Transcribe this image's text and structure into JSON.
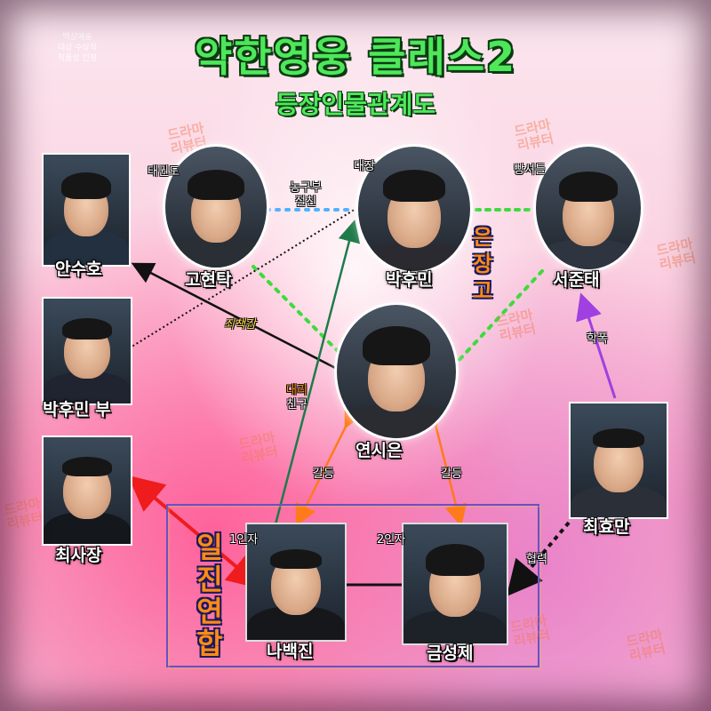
{
  "title": "약한영웅 클래스2",
  "subtitle": "등장인물관계도",
  "award_lines": [
    "백상예술",
    "대상 수상작",
    "작품성 인정"
  ],
  "watermark": "드라마\n리뷰터",
  "characters": {
    "ansuho": {
      "name": "안수호"
    },
    "gohyeontak": {
      "name": "고현탁",
      "tag": "태권도"
    },
    "parkhumin": {
      "name": "박후민",
      "tag": "대장"
    },
    "seojuntae": {
      "name": "서준태",
      "tag": "빵셔틀"
    },
    "parkhumin_father": {
      "name": "박후민 부"
    },
    "yeonsieun": {
      "name": "연시은"
    },
    "choisajang": {
      "name": "최사장"
    },
    "choehyoman": {
      "name": "최효만"
    },
    "nabaekjin": {
      "name": "나백진",
      "tag": "1인자"
    },
    "geumseongje": {
      "name": "금성제",
      "tag": "2인자"
    }
  },
  "relations": {
    "basketball_line1": "농구부",
    "basketball_line2": "절친",
    "guilt": "죄책감",
    "proxy_line1": "대리",
    "proxy_line2": "친구",
    "conflict_left": "갈등",
    "conflict_right": "갈등",
    "bullying": "학폭",
    "cooperation": "협력"
  },
  "group_names": {
    "eunjanggo": "은장고",
    "iljin": "일진연합"
  },
  "colors": {
    "title_green": "#4ee85a",
    "dotted_green": "#3cdc3c",
    "dotted_blue": "#4fb2ff",
    "arrow_black": "#111111",
    "arrow_darkgreen": "#1f7a4a",
    "arrow_orange": "#ff7a1a",
    "arrow_purple": "#a040e0",
    "arrow_red": "#ee1c1c",
    "group_box": "#6a4fc8"
  }
}
